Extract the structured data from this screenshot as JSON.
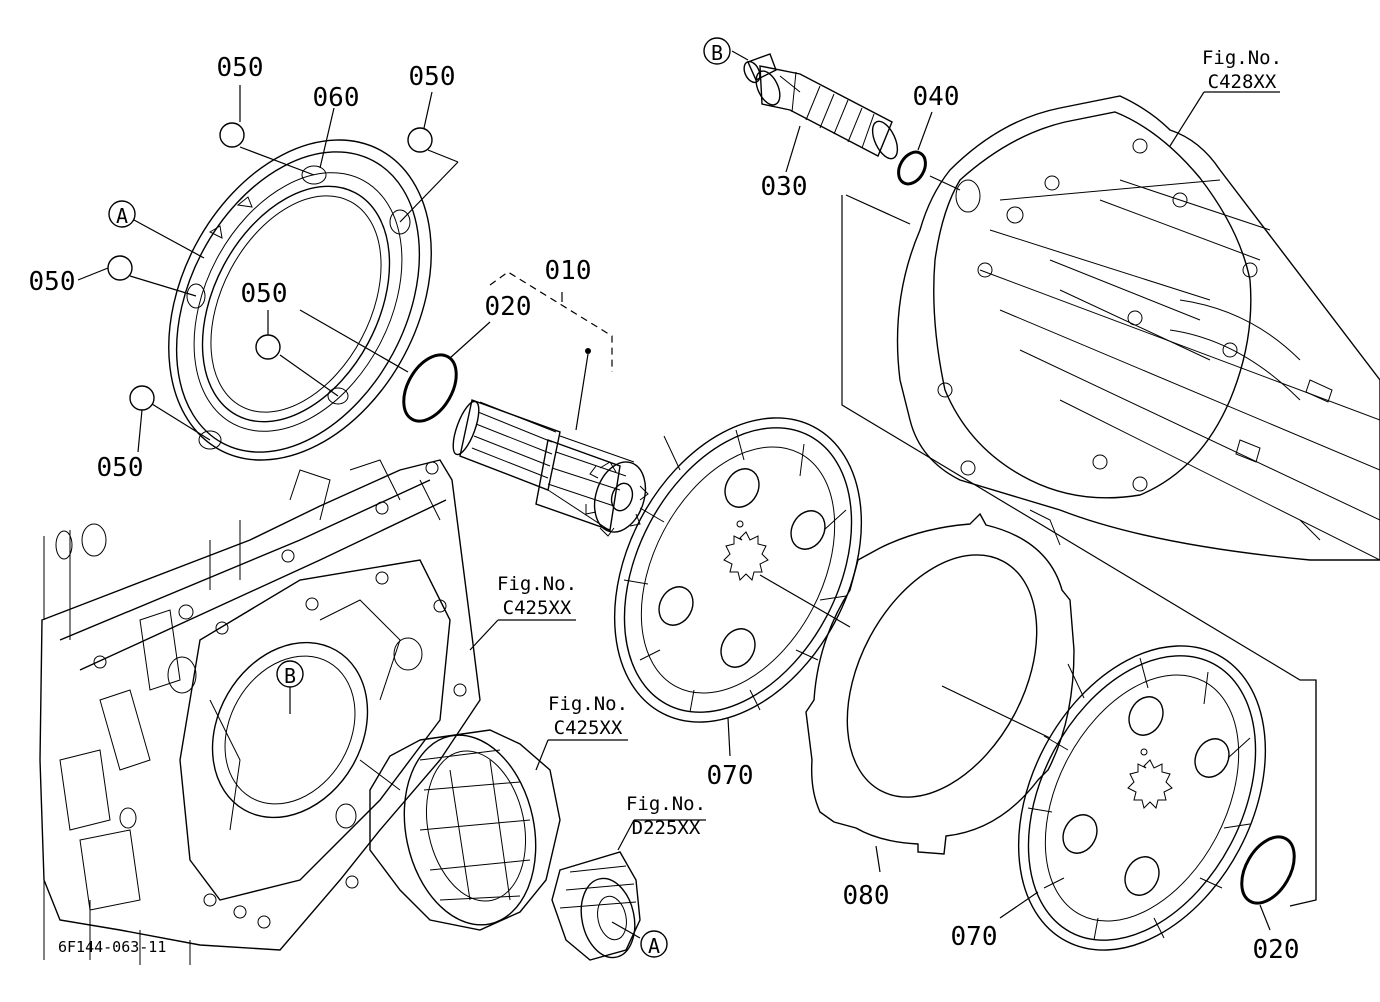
{
  "diagram": {
    "drawing_number": "6F144-063-11",
    "part_labels": {
      "p010": "010",
      "p020_top": "020",
      "p020_bottom": "020",
      "p030": "030",
      "p040": "040",
      "p050_a": "050",
      "p050_b": "050",
      "p050_c": "050",
      "p050_d": "050",
      "p050_e": "050",
      "p060": "060",
      "p070_top": "070",
      "p070_bottom": "070",
      "p080": "080"
    },
    "fig_refs": {
      "c428_title": "Fig.No.",
      "c428_code": "C428XX",
      "c425a_title": "Fig.No.",
      "c425a_code": "C425XX",
      "c425b_title": "Fig.No.",
      "c425b_code": "C425XX",
      "d225_title": "Fig.No.",
      "d225_code": "D225XX"
    },
    "markers": {
      "a_left": "A",
      "a_bottom": "A",
      "b_top": "B",
      "b_housing": "B"
    }
  }
}
